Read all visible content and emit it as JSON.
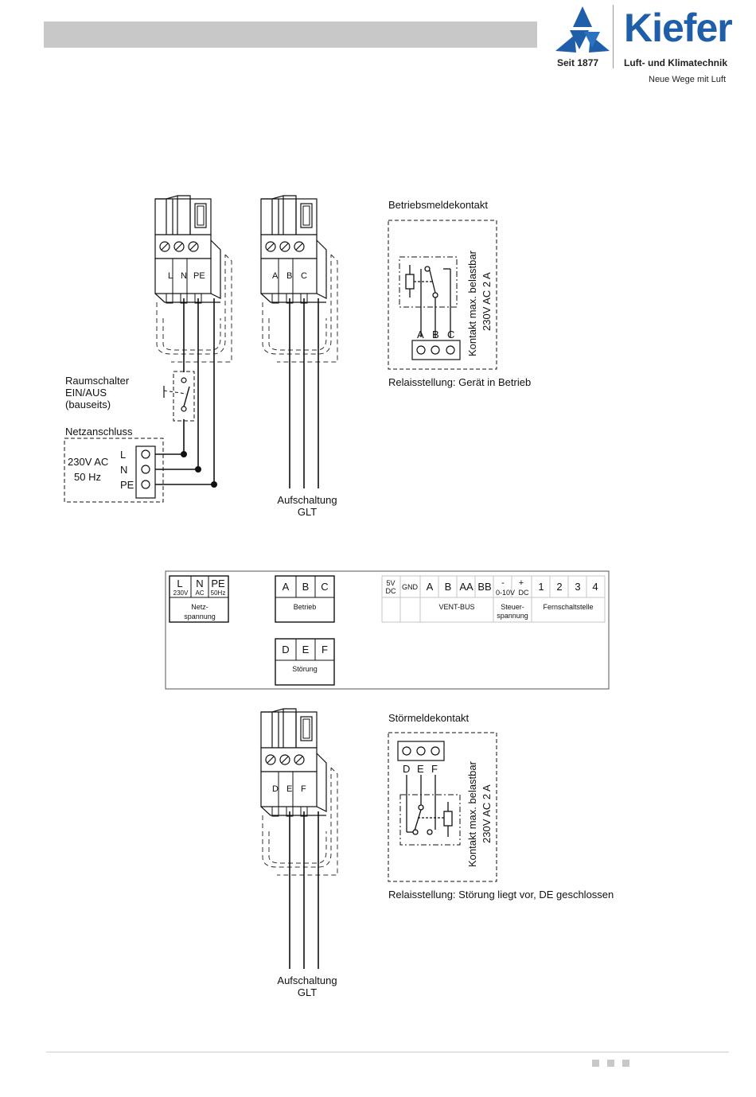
{
  "logo": {
    "word": "Kiefer",
    "since": "Seit 1877",
    "subtitle": "Luft- und Klimatechnik",
    "slogan": "Neue Wege mit Luft",
    "brand_color": "#1f5ea8"
  },
  "top_left": {
    "plug1_terminals": [
      "L",
      "N",
      "PE"
    ],
    "plug2_terminals": [
      "A",
      "B",
      "C"
    ],
    "switch_label": [
      "Raumschalter",
      "EIN/AUS",
      "(bauseits)"
    ],
    "mains_title": "Netzanschluss",
    "mains_voltage": "230V AC",
    "mains_freq": "50 Hz",
    "mains_lines": [
      "L",
      "N",
      "PE"
    ],
    "glt_label": [
      "Aufschaltung",
      "GLT"
    ]
  },
  "betrieb_contact": {
    "title": "Betriebsmeldekontakt",
    "terminals": [
      "A",
      "B",
      "C"
    ],
    "rating_line1": "Kontakt max. belastbar",
    "rating_line2": "230V AC   2 A",
    "caption": "Relaisstellung: Gerät in Betrieb"
  },
  "terminal_strip": {
    "netz": {
      "terms": [
        "L",
        "N",
        "PE"
      ],
      "subs": [
        "230V",
        "AC",
        "50Hz"
      ],
      "label": [
        "Netz-",
        "spannung"
      ]
    },
    "betrieb": {
      "terms": [
        "A",
        "B",
        "C"
      ],
      "label": "Betrieb"
    },
    "stoerung": {
      "terms": [
        "D",
        "E",
        "F"
      ],
      "label": "Störung"
    },
    "gray_terms": [
      "5V",
      "DC",
      "GND",
      "A",
      "B",
      "AA",
      "BB",
      "-",
      "+",
      "0-10V",
      "DC",
      "1",
      "2",
      "3",
      "4"
    ],
    "gray_labels": [
      "VENT-BUS",
      "Steuer-",
      "spannung",
      "Fernschaltstelle"
    ]
  },
  "bottom": {
    "plug_terminals": [
      "D",
      "E",
      "F"
    ],
    "glt_label": [
      "Aufschaltung",
      "GLT"
    ]
  },
  "stoer_contact": {
    "title": "Störmeldekontakt",
    "terminals": [
      "D",
      "E",
      "F"
    ],
    "rating_line1": "Kontakt max. belastbar",
    "rating_line2": "230V AC   2 A",
    "caption": "Relaisstellung: Störung liegt vor, DE geschlossen"
  }
}
